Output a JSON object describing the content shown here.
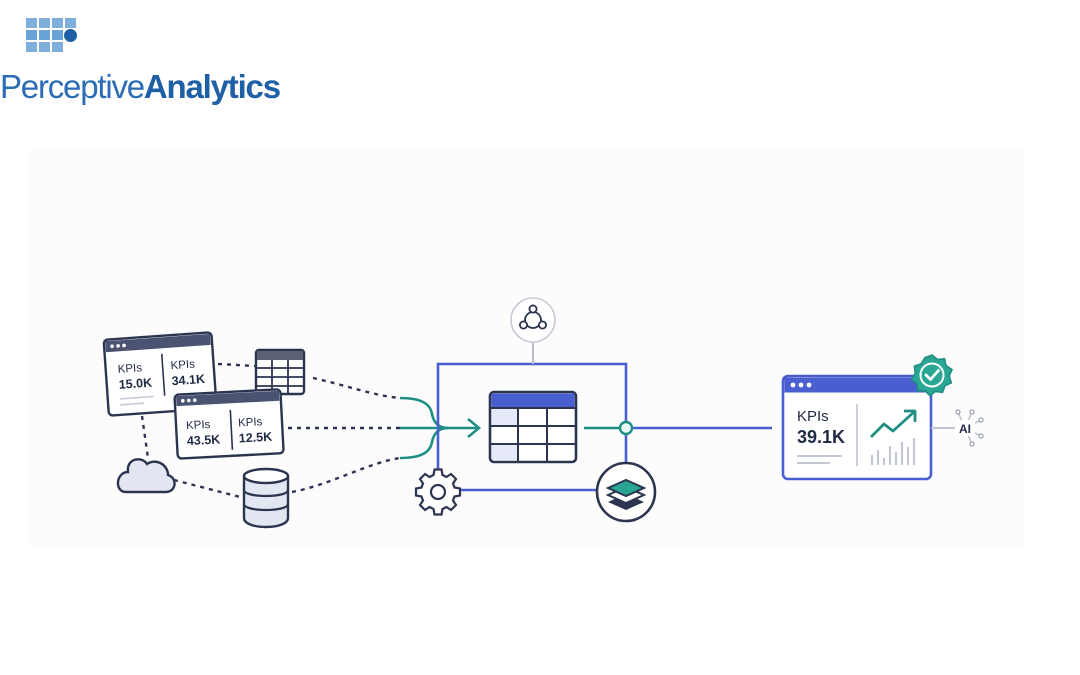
{
  "brand": {
    "word1": "Perceptive",
    "word2": "Analytics"
  },
  "colors": {
    "navy": "#2c3550",
    "accent_blue": "#4a5fcf",
    "accent_teal": "#1f8f84",
    "brand_blue": "#2a6cb5",
    "check_green": "#2aa694"
  },
  "sources": {
    "dashboard_1": {
      "left_label": "KPIs",
      "left_value": "15.0K",
      "right_label": "KPIs",
      "right_value": "34.1K"
    },
    "dashboard_2": {
      "left_label": "KPIs",
      "left_value": "43.5K",
      "right_label": "KPIs",
      "right_value": "12.5K"
    }
  },
  "output": {
    "label": "KPIs",
    "value": "39.1K",
    "ai_label": "AI"
  },
  "icons": [
    "table-icon",
    "cloud-icon",
    "database-icon",
    "network-icon",
    "gear-icon",
    "layers-icon",
    "checkmark-badge-icon",
    "trend-chart-icon"
  ]
}
